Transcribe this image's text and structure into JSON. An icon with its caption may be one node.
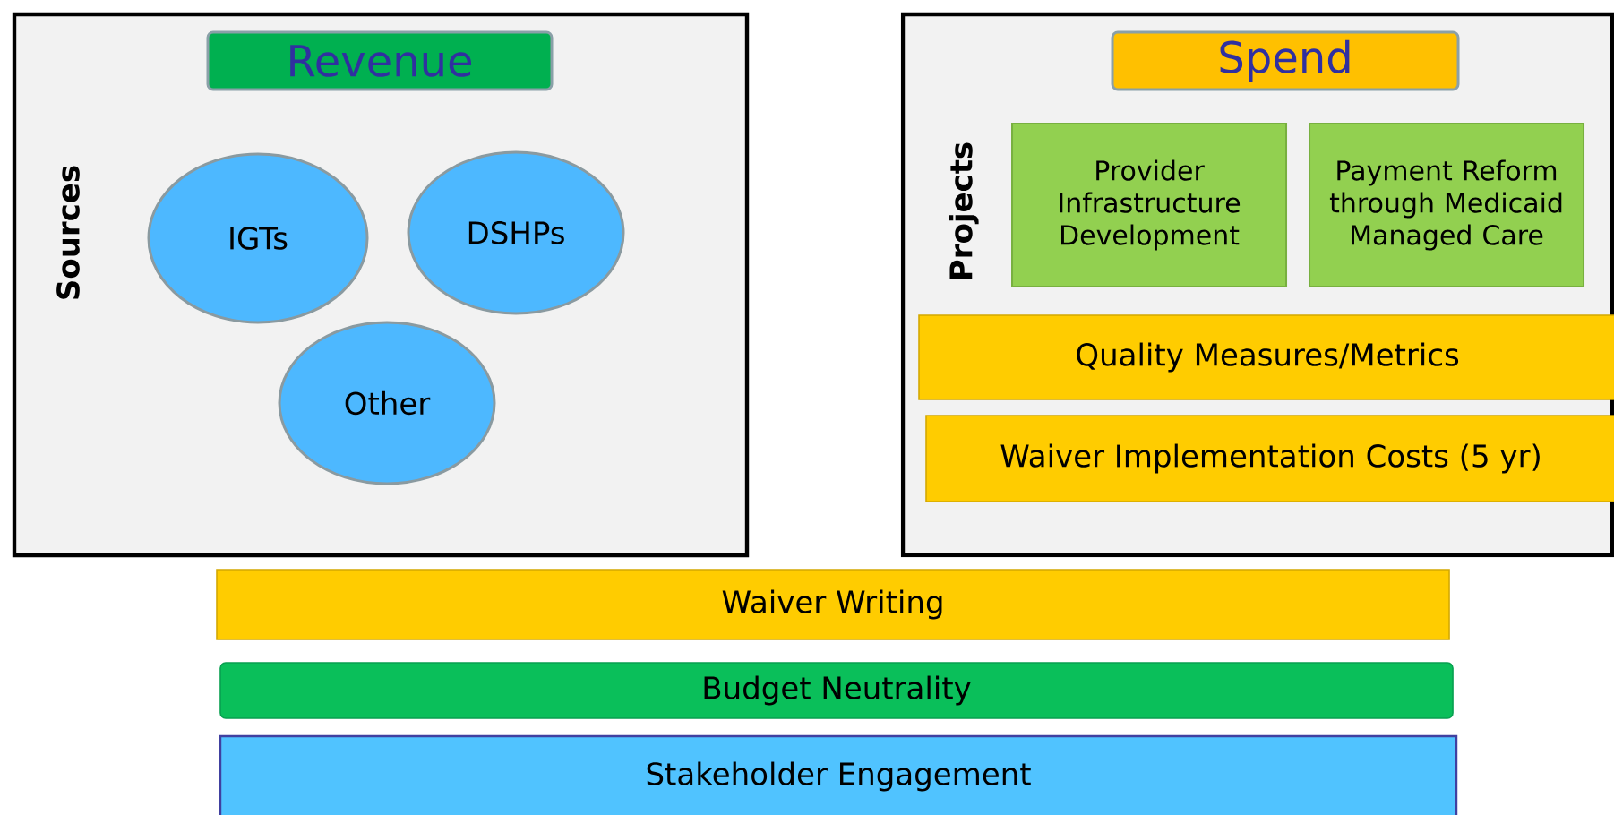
{
  "diagram": {
    "nodes": [
      {
        "text": [
          "Sources"
        ]
      },
      {
        "text": [
          "Revenue"
        ],
        "in": 0
      },
      {
        "text": [
          "IGTs"
        ],
        "in": 0
      },
      {
        "text": [
          "DSHPs"
        ],
        "in": 0
      },
      {
        "text": [
          "Other"
        ],
        "in": 0
      },
      {
        "text": [
          "Projects"
        ]
      },
      {
        "text": [
          "Spend"
        ],
        "in": 5
      },
      {
        "text": [
          "Provider Infrastructure Development"
        ],
        "in": 5
      },
      {
        "text": [
          "Payment Reform through Medicaid Managed Care"
        ],
        "in": 5
      },
      {
        "text": [
          "Quality Measures/Metrics"
        ],
        "in": 5
      },
      {
        "text": [
          "Waiver Implementation Costs (5 yr)"
        ],
        "in": 5
      },
      {
        "text": [
          "Waiver Writing"
        ]
      },
      {
        "text": [
          "Budget Neutrality"
        ]
      },
      {
        "text": [
          "Stakeholder Engagement"
        ]
      }
    ]
  }
}
